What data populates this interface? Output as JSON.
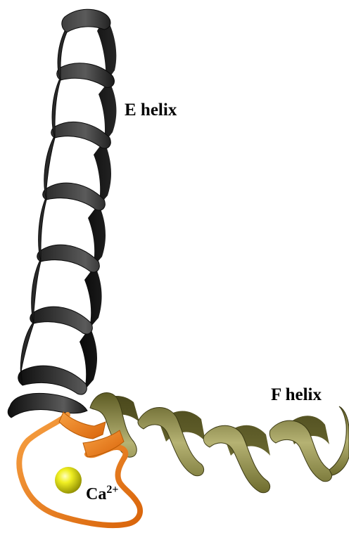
{
  "labels": {
    "e_helix": "E helix",
    "f_helix": "F helix",
    "calcium": {
      "base": "Ca",
      "superscript": "2+"
    }
  },
  "structures": [
    {
      "name": "E helix",
      "representation": "ribbon",
      "color": "#2e2e2e"
    },
    {
      "name": "F helix",
      "representation": "ribbon",
      "color": "#8c8a45"
    },
    {
      "name": "binding loop",
      "representation": "tube",
      "color": "#ee7a12"
    },
    {
      "name": "calcium ion",
      "representation": "sphere",
      "color": "#e6e600"
    }
  ]
}
